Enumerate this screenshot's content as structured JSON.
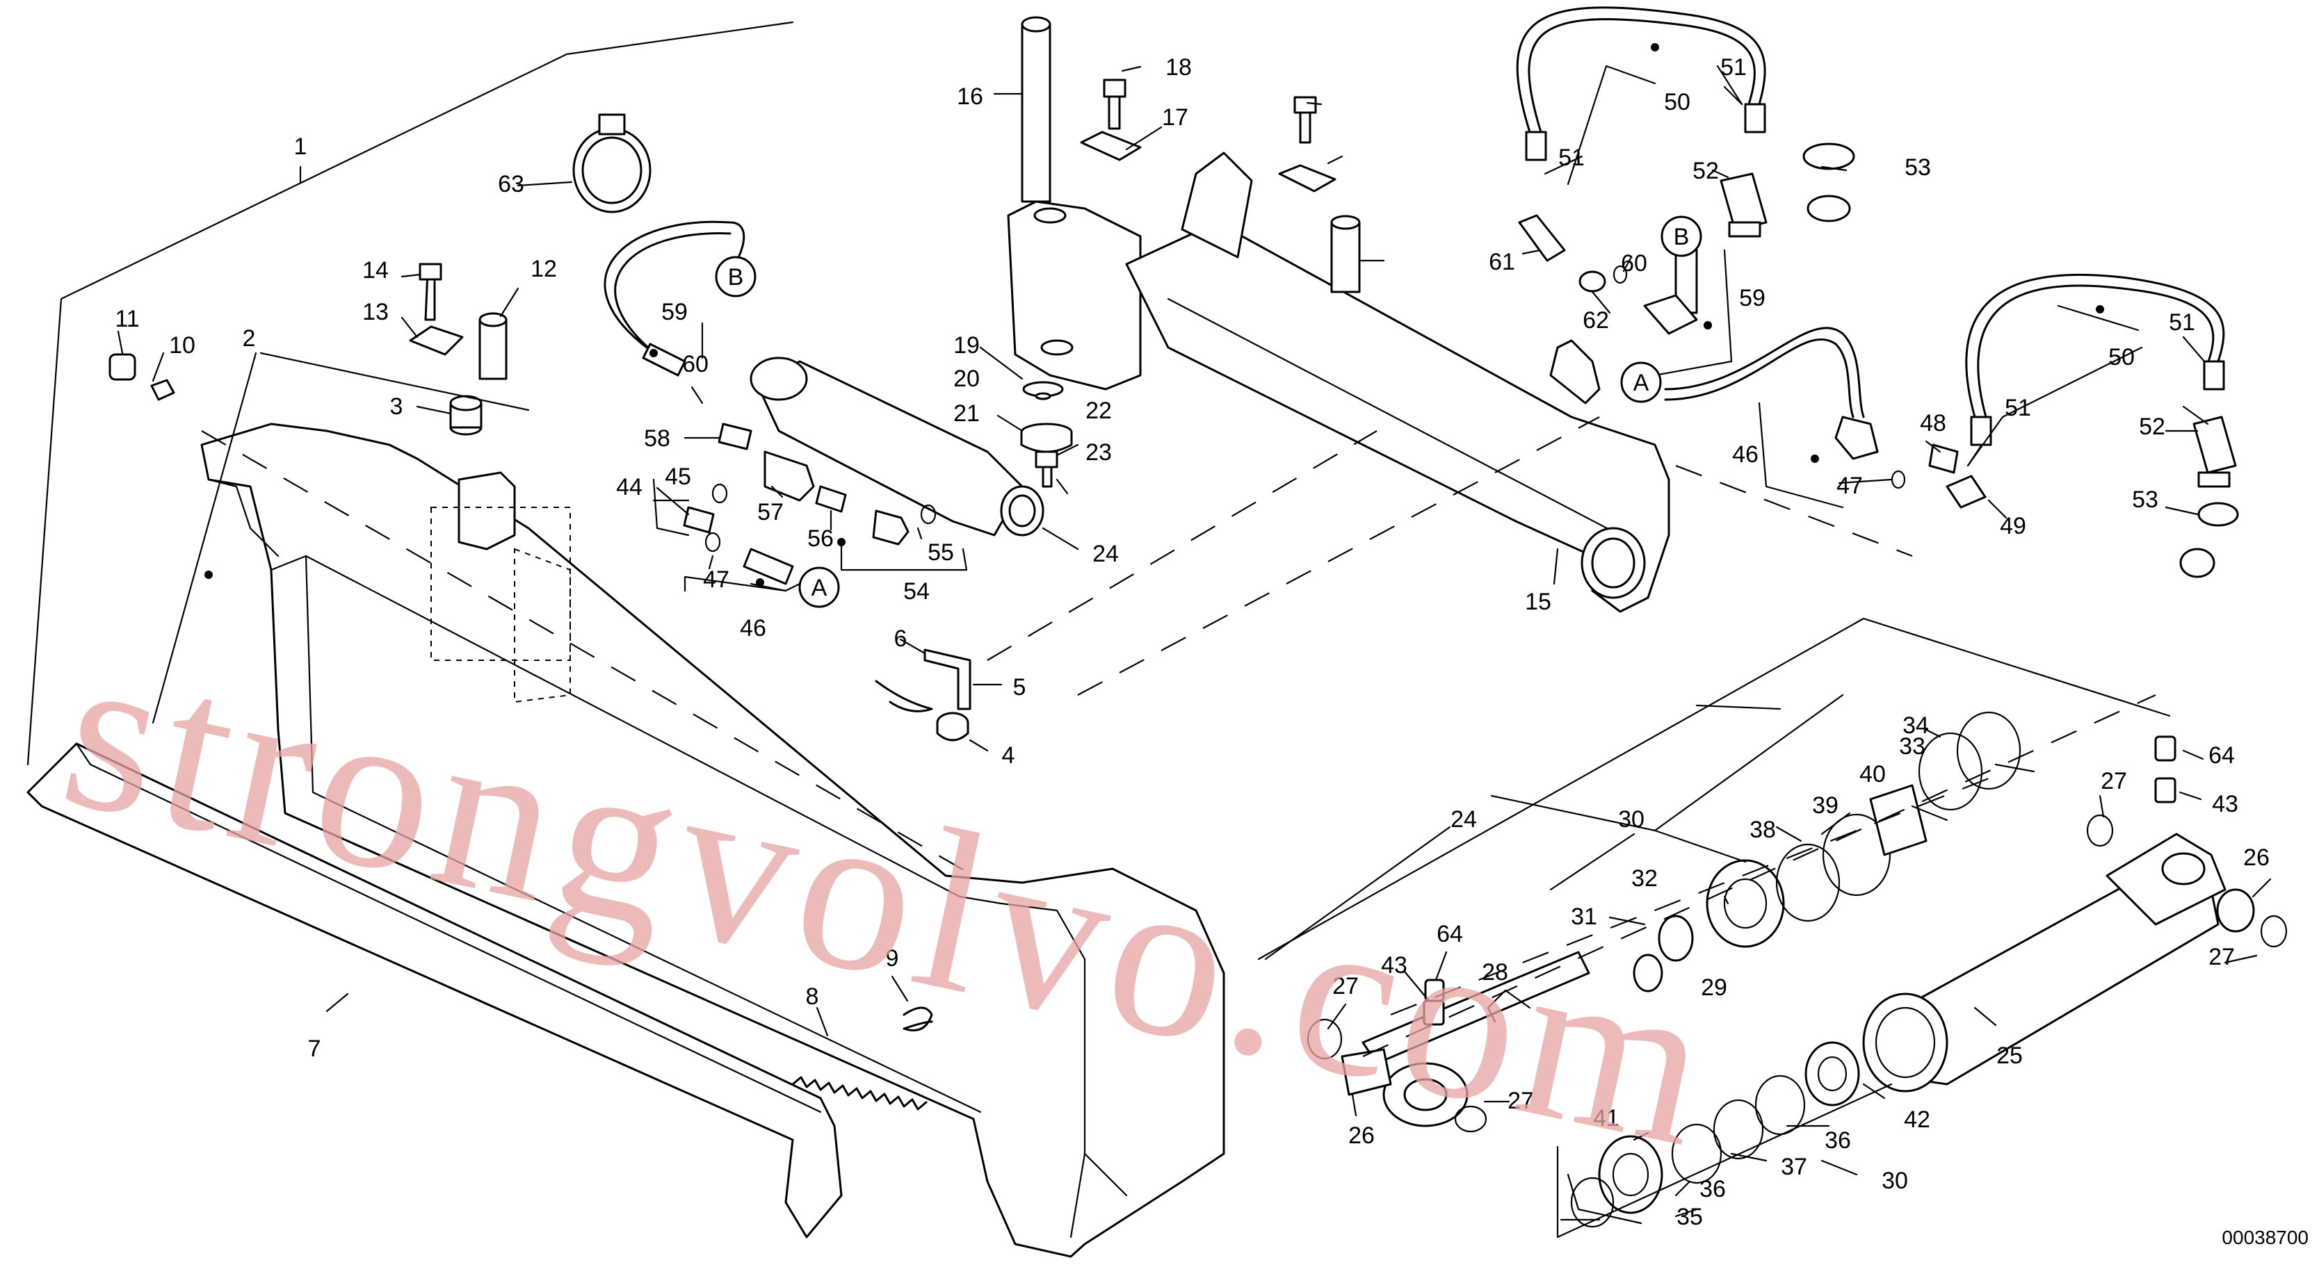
{
  "drawing_number": "00038700",
  "watermark": "strongvolvo.com",
  "callout_letters": [
    "A",
    "B"
  ],
  "part_numbers": [
    "1",
    "2",
    "3",
    "4",
    "5",
    "6",
    "7",
    "8",
    "9",
    "10",
    "11",
    "12",
    "13",
    "14",
    "15",
    "16",
    "17",
    "18",
    "19",
    "20",
    "21",
    "22",
    "23",
    "24",
    "25",
    "26",
    "27",
    "28",
    "29",
    "30",
    "31",
    "32",
    "33",
    "34",
    "35",
    "36",
    "37",
    "38",
    "39",
    "40",
    "41",
    "42",
    "43",
    "44",
    "45",
    "46",
    "47",
    "48",
    "49",
    "50",
    "51",
    "52",
    "53",
    "54",
    "55",
    "56",
    "57",
    "58",
    "59",
    "60",
    "61",
    "62",
    "63",
    "64"
  ]
}
